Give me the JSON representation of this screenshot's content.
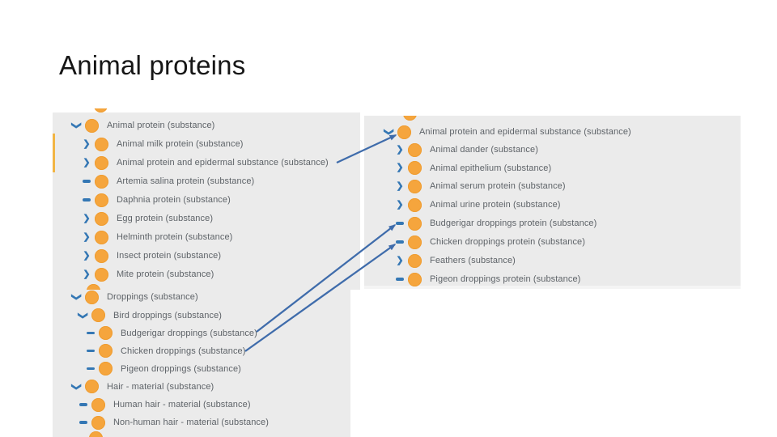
{
  "title": "Animal proteins",
  "colors": {
    "panel_bg": "#ebebeb",
    "node_orange": "#f5a53d",
    "toggle_blue": "#3477b4",
    "arrow_blue": "#3f6cab",
    "text_gray": "#5e6368",
    "highlight_yellow": "#f2b544"
  },
  "panels": {
    "left_top": {
      "name": "animal-protein-tree",
      "rows": [
        {
          "icon": "chevron-down",
          "level": 0,
          "label": "Animal protein (substance)"
        },
        {
          "icon": "chevron-right",
          "level": 1,
          "label": "Animal milk protein (substance)"
        },
        {
          "icon": "chevron-right",
          "level": 1,
          "label": "Animal protein and epidermal substance (substance)"
        },
        {
          "icon": "minus",
          "level": 1,
          "label": "Artemia salina protein (substance)"
        },
        {
          "icon": "minus",
          "level": 1,
          "label": "Daphnia protein (substance)"
        },
        {
          "icon": "chevron-right",
          "level": 1,
          "label": "Egg protein (substance)"
        },
        {
          "icon": "chevron-right",
          "level": 1,
          "label": "Helminth protein (substance)"
        },
        {
          "icon": "chevron-right",
          "level": 1,
          "label": "Insect protein (substance)"
        },
        {
          "icon": "chevron-right",
          "level": 1,
          "label": "Mite protein (substance)"
        }
      ]
    },
    "left_bottom": {
      "name": "droppings-hair-tree",
      "rows": [
        {
          "icon": "chevron-down",
          "level": 0,
          "label": "Droppings (substance)"
        },
        {
          "icon": "chevron-down",
          "level": 1,
          "label": "Bird droppings (substance)"
        },
        {
          "icon": "minus",
          "level": 2,
          "label": "Budgerigar droppings (substance)"
        },
        {
          "icon": "minus",
          "level": 2,
          "label": "Chicken droppings (substance)"
        },
        {
          "icon": "minus",
          "level": 2,
          "label": "Pigeon droppings (substance)"
        },
        {
          "icon": "chevron-down",
          "level": 0,
          "label": "Hair - material (substance)"
        },
        {
          "icon": "minus",
          "level": 1,
          "label": "Human hair - material (substance)"
        },
        {
          "icon": "minus",
          "level": 1,
          "label": "Non-human hair - material (substance)"
        }
      ]
    },
    "right": {
      "name": "animal-protein-epidermal-tree",
      "rows": [
        {
          "icon": "chevron-down",
          "level": 0,
          "label": "Animal protein and epidermal substance (substance)"
        },
        {
          "icon": "chevron-right",
          "level": 1,
          "label": "Animal dander (substance)"
        },
        {
          "icon": "chevron-right",
          "level": 1,
          "label": "Animal epithelium (substance)"
        },
        {
          "icon": "chevron-right",
          "level": 1,
          "label": "Animal serum protein (substance)"
        },
        {
          "icon": "chevron-right",
          "level": 1,
          "label": "Animal urine protein (substance)"
        },
        {
          "icon": "minus",
          "level": 1,
          "label": "Budgerigar droppings protein (substance)"
        },
        {
          "icon": "minus",
          "level": 1,
          "label": "Chicken droppings protein (substance)"
        },
        {
          "icon": "chevron-right",
          "level": 1,
          "label": "Feathers (substance)"
        },
        {
          "icon": "minus",
          "level": 1,
          "label": "Pigeon droppings protein (substance)"
        }
      ]
    }
  },
  "arrows": [
    {
      "from": "Animal protein and epidermal substance (substance) — left tree",
      "to": "Animal protein and epidermal substance (substance) — right tree"
    },
    {
      "from": "Budgerigar droppings (substance)",
      "to": "Budgerigar droppings protein (substance)"
    },
    {
      "from": "Chicken droppings (substance)",
      "to": "Chicken droppings protein (substance)"
    }
  ]
}
